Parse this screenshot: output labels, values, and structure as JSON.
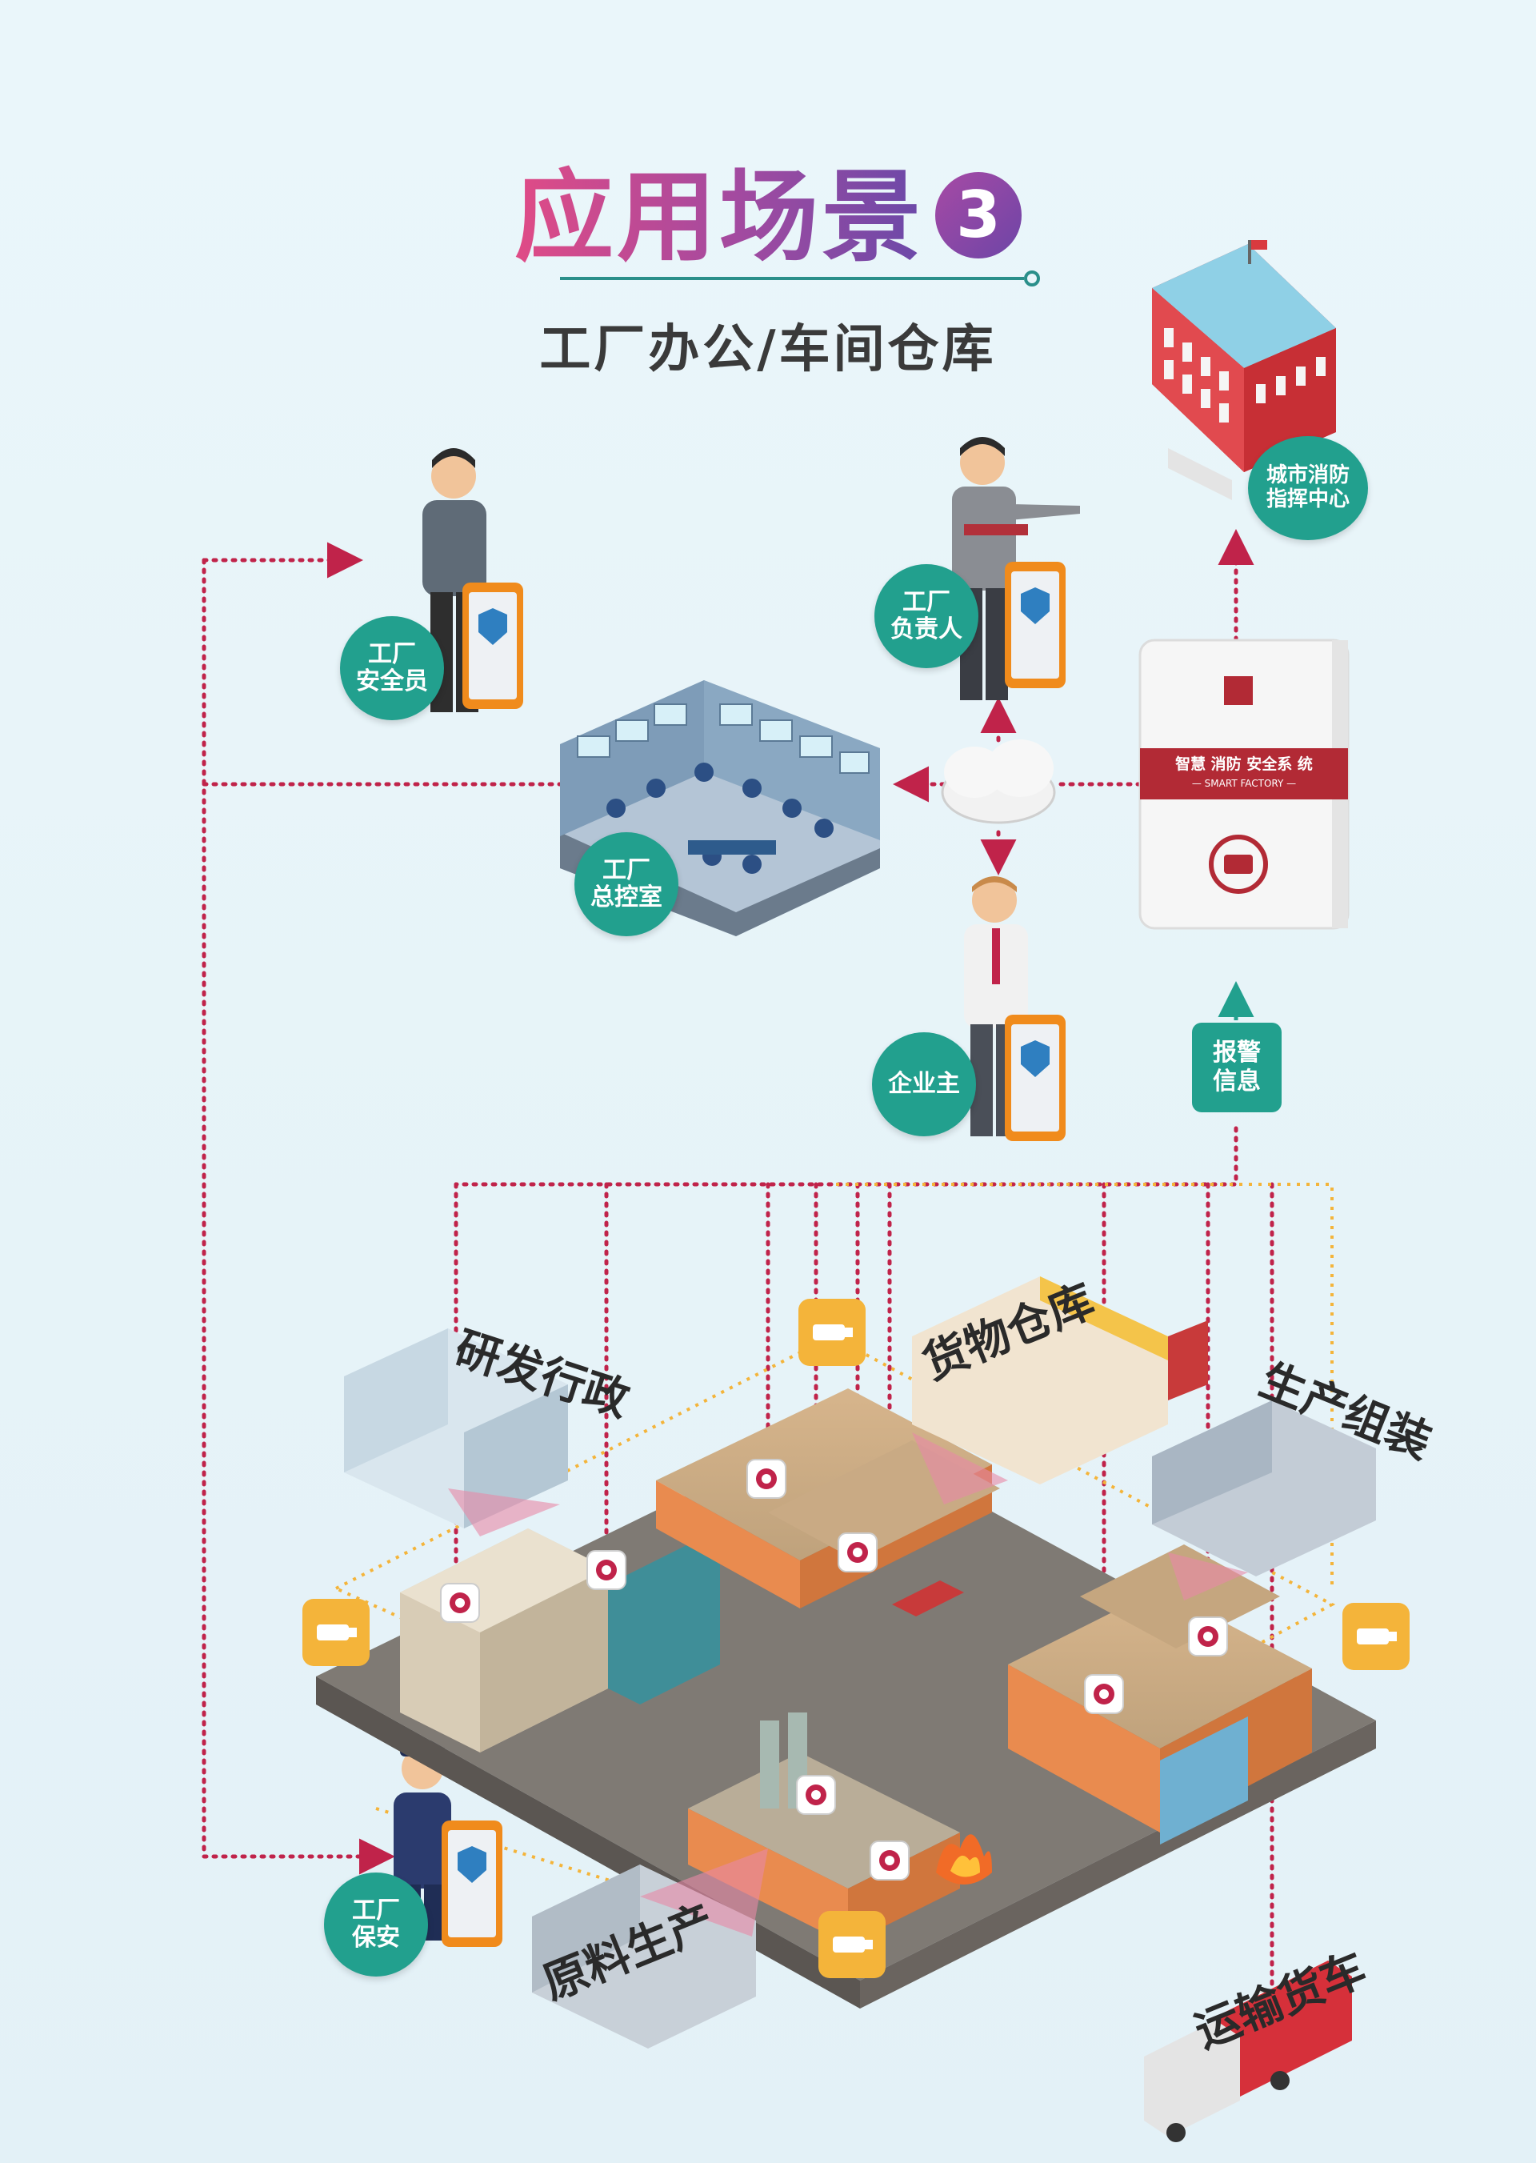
{
  "title": {
    "text": "应用场景",
    "number": "3"
  },
  "subtitle": "工厂办公/车间仓库",
  "nodes": {
    "safety_officer": "工厂\n安全员",
    "factory_manager": "工厂\n负责人",
    "control_room": "工厂\n总控室",
    "owner": "企业主",
    "fire_center": "城市消防\n指挥中心",
    "guard": "工厂\n保安"
  },
  "system_box": {
    "banner": "智慧 消防 安全系 统",
    "banner_sub": "— SMART FACTORY —"
  },
  "alarm_info": "报警\n信息",
  "zones": {
    "rd_admin": "研发行政",
    "warehouse": "货物仓库",
    "assembly": "生产组装",
    "raw_production": "原料生产",
    "transport_truck": "运输货车"
  },
  "colors": {
    "accent_teal": "#22a08e",
    "alarm_red": "#c0234a",
    "camera_yellow": "#f4b43a",
    "title_pink": "#e04b86",
    "title_purple": "#6b49a8"
  }
}
